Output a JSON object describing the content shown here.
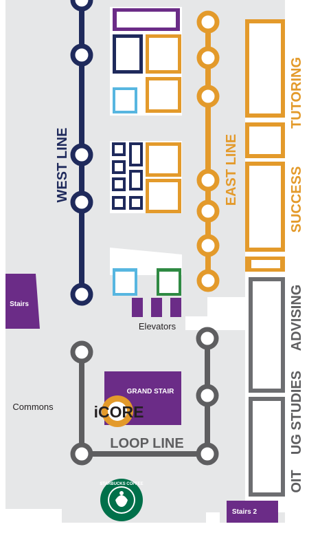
{
  "lines": {
    "west": {
      "name": "WEST LINE",
      "color": "#1f2a5c"
    },
    "east": {
      "name": "EAST LINE",
      "color": "#e39a2b"
    },
    "loop": {
      "name": "LOOP LINE",
      "color": "#5e5e60"
    }
  },
  "places": {
    "stairs": "Stairs",
    "stairs2": "Stairs 2",
    "elevators": "Elevators",
    "commons": "Commons",
    "grand_stair": "GRAND STAIR",
    "icore": "iCORE",
    "starbucks": "STARBUCKS COFFEE"
  },
  "departments": {
    "tutoring": "TUTORING",
    "success": "SUCCESS",
    "advising": "ADVISING",
    "ug_studies": "UG STUDIES",
    "oit": "OIT"
  },
  "colors": {
    "floor": "#e6e7e8",
    "purple": "#6b2c87",
    "room_blue": "#57b6e0",
    "room_green": "#2f8a43"
  }
}
